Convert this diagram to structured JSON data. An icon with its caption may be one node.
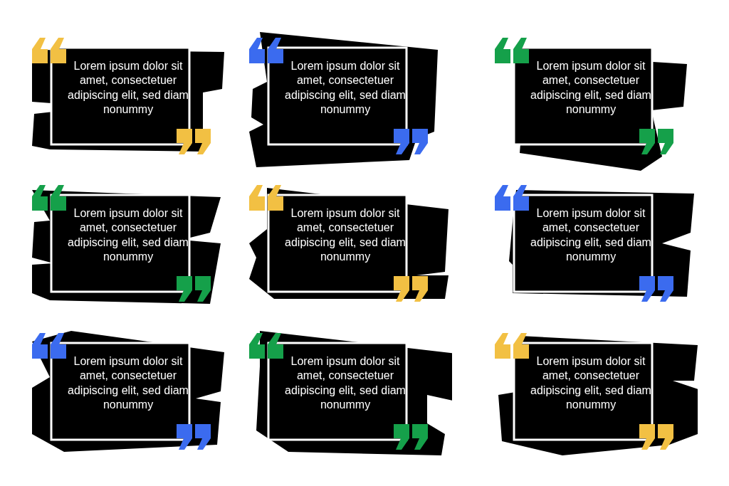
{
  "diagram": {
    "nodes": [
      {
        "text": [
          "Lorem ipsum dolor sit amet, consectetuer adipiscing elit, sed diam nonummy"
        ]
      },
      {
        "text": [
          "Lorem ipsum dolor sit amet, consectetuer adipiscing elit, sed diam nonummy"
        ]
      },
      {
        "text": [
          "Lorem ipsum dolor sit amet, consectetuer adipiscing elit, sed diam nonummy"
        ]
      },
      {
        "text": [
          "Lorem ipsum dolor sit amet, consectetuer adipiscing elit, sed diam nonummy"
        ]
      },
      {
        "text": [
          "Lorem ipsum dolor sit amet, consectetuer adipiscing elit, sed diam nonummy"
        ]
      },
      {
        "text": [
          "Lorem ipsum dolor sit amet, consectetuer adipiscing elit, sed diam nonummy"
        ]
      },
      {
        "text": [
          "Lorem ipsum dolor sit amet, consectetuer adipiscing elit, sed diam nonummy"
        ]
      },
      {
        "text": [
          "Lorem ipsum dolor sit amet, consectetuer adipiscing elit, sed diam nonummy"
        ]
      },
      {
        "text": [
          "Lorem ipsum dolor sit amet, consectetuer adipiscing elit, sed diam nonummy"
        ]
      }
    ]
  }
}
